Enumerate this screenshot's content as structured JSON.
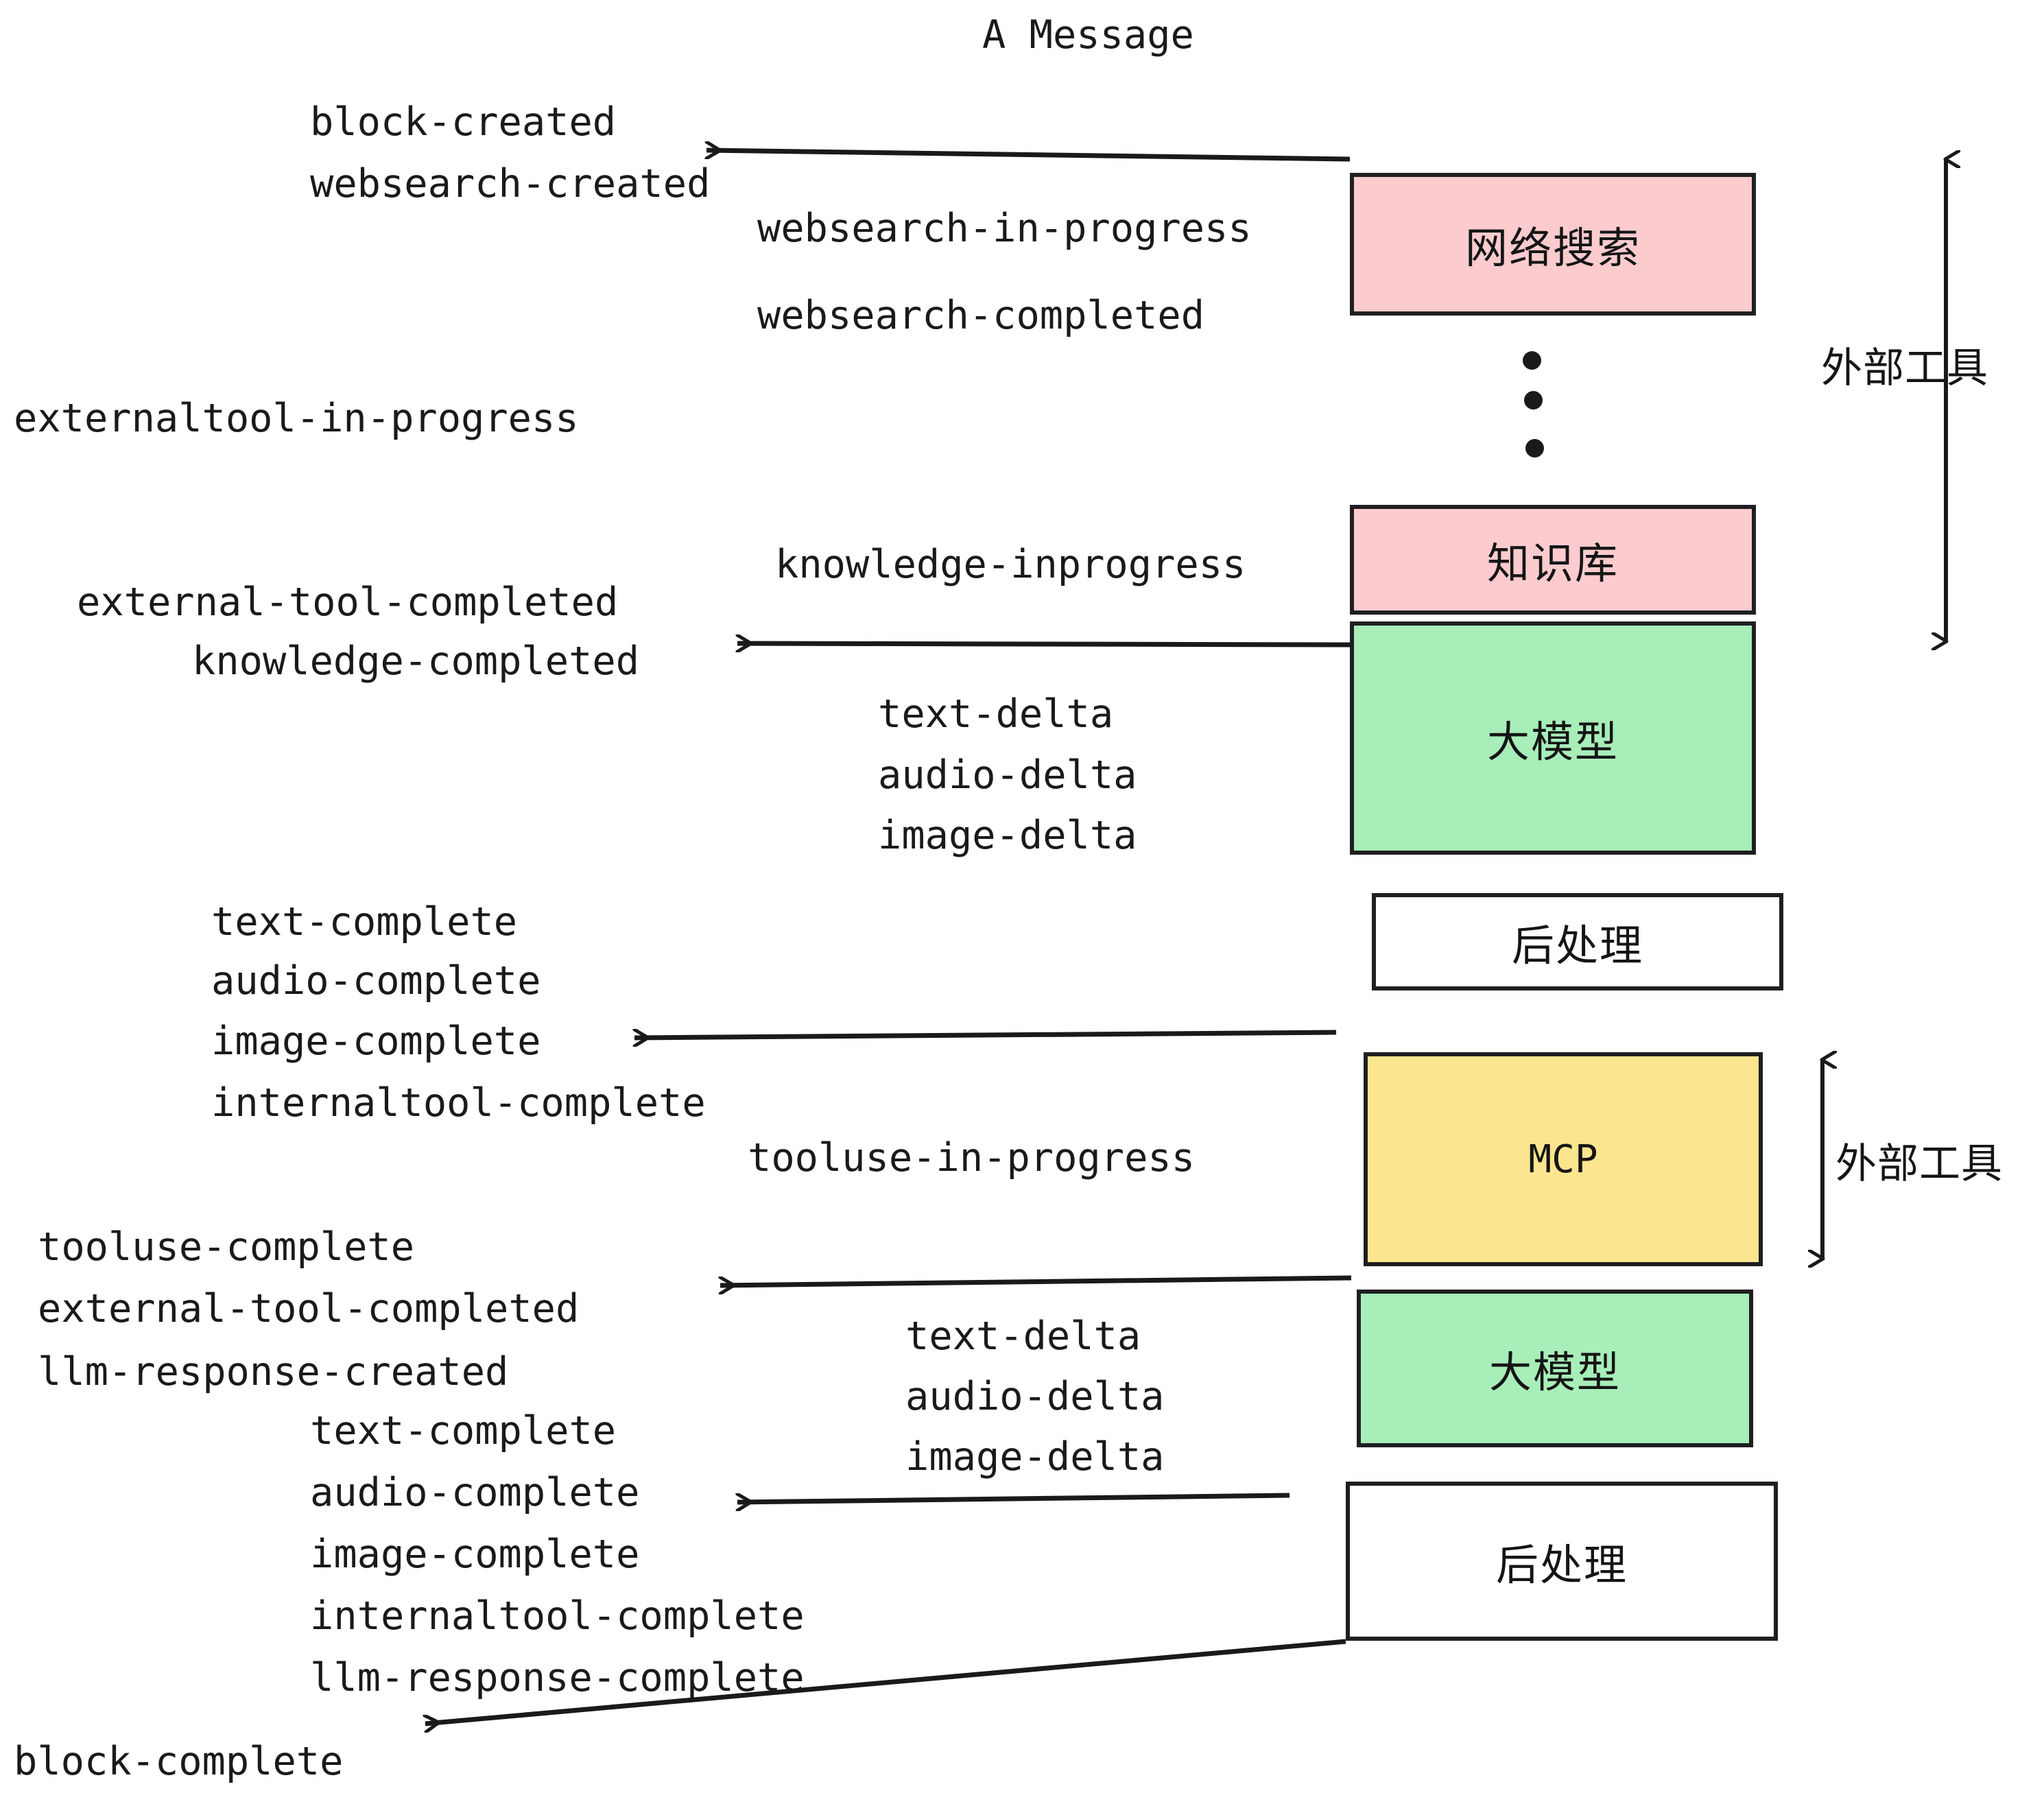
{
  "diagram": {
    "title": "A Message",
    "nodes": [
      {
        "id": "websearch",
        "label": "网络搜索",
        "color": "#fbcbce",
        "kind": "pink"
      },
      {
        "id": "knowledge",
        "label": "知识库",
        "color": "#fbcbce",
        "kind": "pink"
      },
      {
        "id": "llm-1",
        "label": "大模型",
        "color": "#a8eeb9",
        "kind": "green"
      },
      {
        "id": "postprocess-1",
        "label": "后处理",
        "color": "#ffffff",
        "kind": "white"
      },
      {
        "id": "mcp",
        "label": "MCP",
        "color": "#fbe58f",
        "kind": "yellow"
      },
      {
        "id": "llm-2",
        "label": "大模型",
        "color": "#a8eeb9",
        "kind": "green"
      },
      {
        "id": "postprocess-2",
        "label": "后处理",
        "color": "#ffffff",
        "kind": "white"
      }
    ],
    "side_labels": [
      {
        "id": "external-tools-top",
        "label": "外部工具"
      },
      {
        "id": "external-tools-bottom",
        "label": "外部工具"
      }
    ],
    "events": [
      {
        "id": "e01",
        "text": "block-created"
      },
      {
        "id": "e02",
        "text": "websearch-created"
      },
      {
        "id": "e03",
        "text": "websearch-in-progress"
      },
      {
        "id": "e04",
        "text": "websearch-completed"
      },
      {
        "id": "e05",
        "text": "externaltool-in-progress"
      },
      {
        "id": "e06",
        "text": "knowledge-inprogress"
      },
      {
        "id": "e07",
        "text": "external-tool-completed"
      },
      {
        "id": "e08",
        "text": "knowledge-completed"
      },
      {
        "id": "e09",
        "text": "text-delta"
      },
      {
        "id": "e10",
        "text": "audio-delta"
      },
      {
        "id": "e11",
        "text": "image-delta"
      },
      {
        "id": "e12",
        "text": "text-complete"
      },
      {
        "id": "e13",
        "text": "audio-complete"
      },
      {
        "id": "e14",
        "text": "image-complete"
      },
      {
        "id": "e15",
        "text": "internaltool-complete"
      },
      {
        "id": "e16",
        "text": "tooluse-in-progress"
      },
      {
        "id": "e17",
        "text": "tooluse-complete"
      },
      {
        "id": "e18",
        "text": "external-tool-completed"
      },
      {
        "id": "e19",
        "text": "llm-response-created"
      },
      {
        "id": "e20",
        "text": "text-delta"
      },
      {
        "id": "e21",
        "text": "audio-delta"
      },
      {
        "id": "e22",
        "text": "image-delta"
      },
      {
        "id": "e23",
        "text": "text-complete"
      },
      {
        "id": "e24",
        "text": "audio-complete"
      },
      {
        "id": "e25",
        "text": "image-complete"
      },
      {
        "id": "e26",
        "text": "internaltool-complete"
      },
      {
        "id": "e27",
        "text": "llm-response-complete"
      },
      {
        "id": "e28",
        "text": "block-complete"
      }
    ],
    "ellipsis_dots": 3,
    "colors": {
      "stroke": "#1f1f22",
      "text": "#1a1a1a",
      "background": "#ffffff",
      "pink": "#fbcbce",
      "green": "#a8eeb9",
      "yellow": "#fbe58f"
    }
  }
}
